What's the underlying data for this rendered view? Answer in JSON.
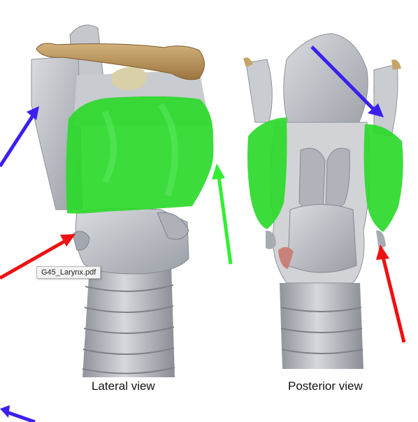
{
  "captions": {
    "lateral": "Lateral view",
    "posterior": "Posterior view"
  },
  "tooltip": {
    "filename": "G45_Larynx.pdf"
  },
  "colors": {
    "highlight": "#2bd92b",
    "arrow_blue": "#3a1ff0",
    "arrow_red": "#ee1111",
    "arrow_green": "#33ee33",
    "cartilage_gray": "#b9bcc2",
    "bone_brown": "#b58f57"
  }
}
